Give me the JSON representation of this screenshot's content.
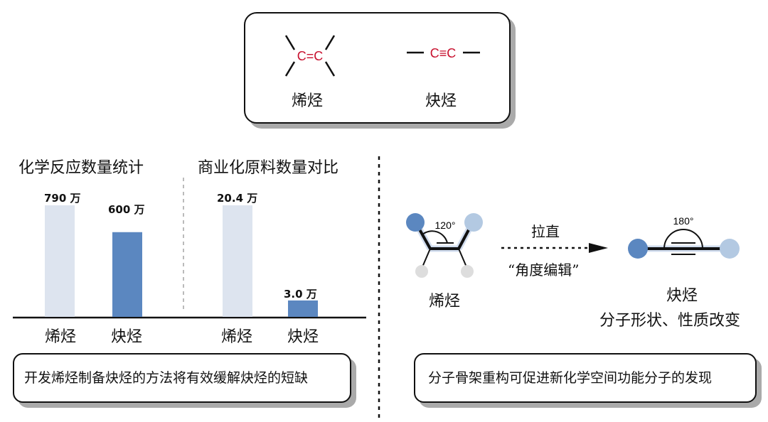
{
  "top_panel": {
    "alkene_label": "烯烃",
    "alkyne_label": "炔烃",
    "alkene_formula": "C=C",
    "alkyne_formula": "C≡C",
    "atom_color": "#c8102e"
  },
  "chart_data": [
    {
      "type": "bar",
      "title": "化学反应数量统计",
      "categories": [
        "烯烃",
        "炔烃"
      ],
      "values": [
        790,
        600
      ],
      "value_labels": [
        "790 万",
        "600 万"
      ],
      "unit": "万",
      "colors": [
        "#dde4ef",
        "#5b87c0"
      ]
    },
    {
      "type": "bar",
      "title": "商业化原料数量对比",
      "categories": [
        "烯烃",
        "炔烃"
      ],
      "values": [
        20.4,
        3.0
      ],
      "value_labels": [
        "20.4 万",
        "3.0 万"
      ],
      "unit": "万",
      "colors": [
        "#dde4ef",
        "#5b87c0"
      ]
    }
  ],
  "left_caption": "开发烯烃制备炔烃的方法将有效缓解炔烃的短缺",
  "right_panel": {
    "angle_alkene": "120°",
    "angle_alkyne": "180°",
    "arrow_top": "拉直",
    "arrow_bottom": "“角度编辑”",
    "alkene_label": "烯烃",
    "alkyne_label": "炔烃",
    "alkyne_sub": "分子形状、性质改变",
    "caption": "分子骨架重构可促进新化学空间功能分子的发现"
  }
}
